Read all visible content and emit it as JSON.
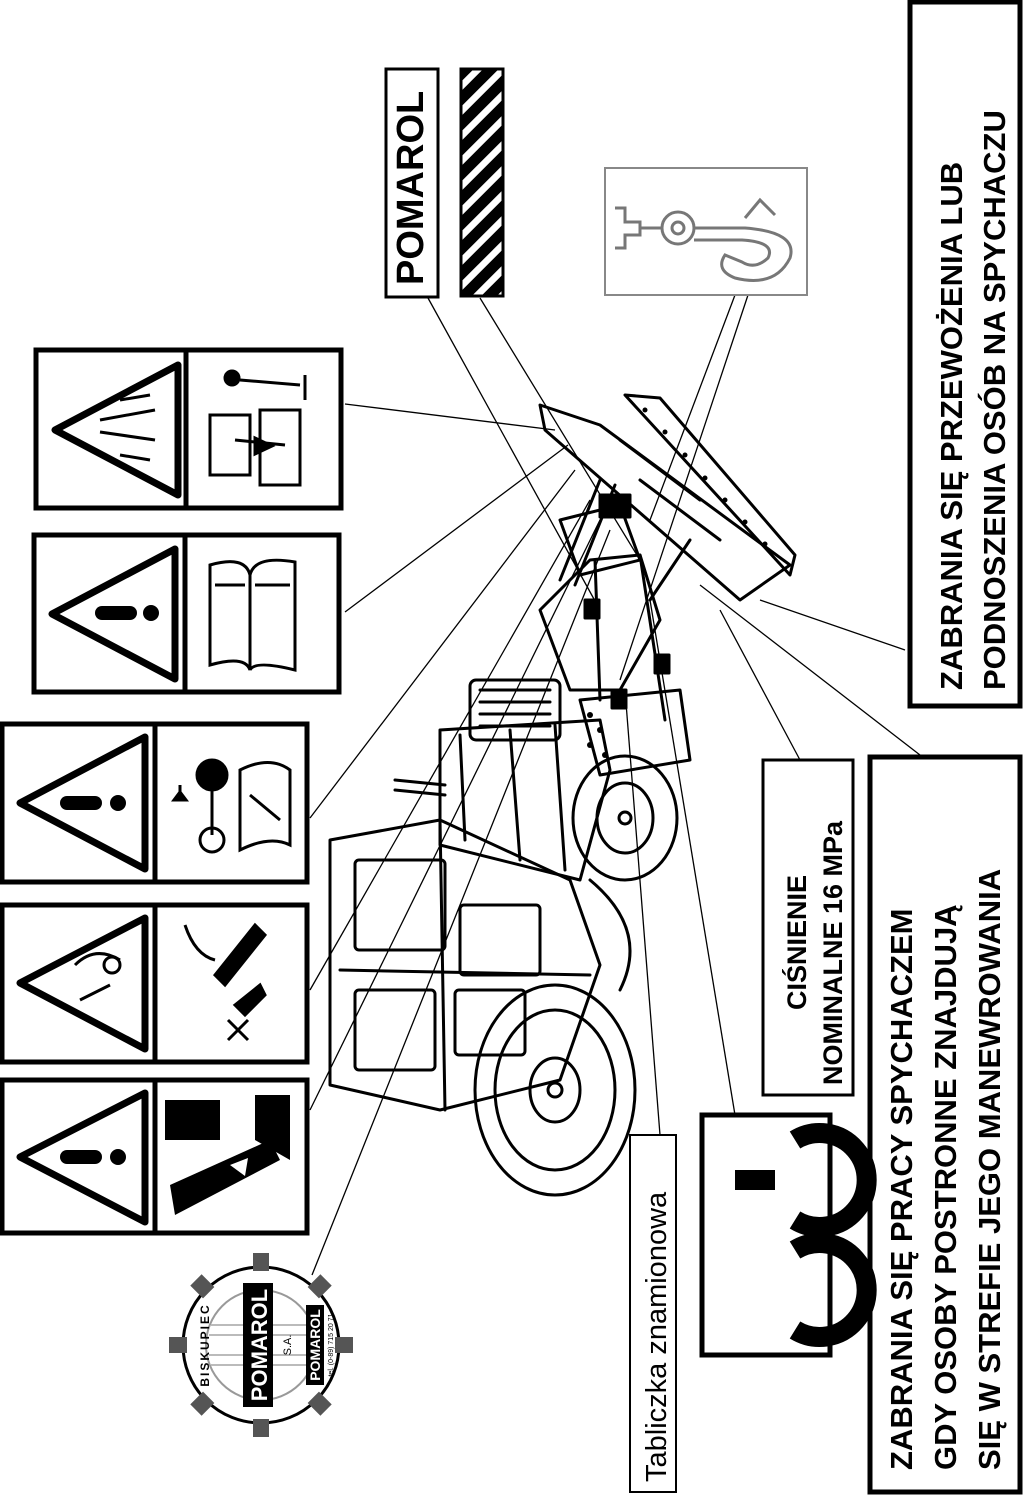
{
  "labels": {
    "brand_sticker": "POMAROL",
    "no_riding": {
      "line1": "ZABRANIA SIĘ PRZEWOŻENIA LUB",
      "line2": "PODNOSZENIA OSÓB NA SPYCHACZU"
    },
    "pressure": {
      "line1": "CIŚNIENIE",
      "line2": "NOMINALNE 16 MPa"
    },
    "no_bystanders": {
      "line1": "ZABRANIA SIĘ PRACY SPYCHACZEM",
      "line2": "GDY OSOBY POSTRONNE ZNAJDUJĄ",
      "line3": "SIĘ W STREFIE JEGO MANEWROWANIA"
    },
    "nameplate": "Tabliczka znamionowa",
    "ce_mark": "CE"
  },
  "logo": {
    "top_arc": "BISKUPIEC",
    "name_on_banner": "POMAROL",
    "suffix": "S.A.",
    "bottom_name": "POMAROL",
    "phone": "tel. (0-89) 715 20 71"
  },
  "icons": [
    "warning-triangle-icon",
    "hand-crush-icon",
    "read-manual-icon",
    "lever-icon",
    "hook-icon"
  ],
  "colors": {
    "ink": "#000000",
    "paper": "#ffffff",
    "hook_panel_border": "#888888"
  }
}
